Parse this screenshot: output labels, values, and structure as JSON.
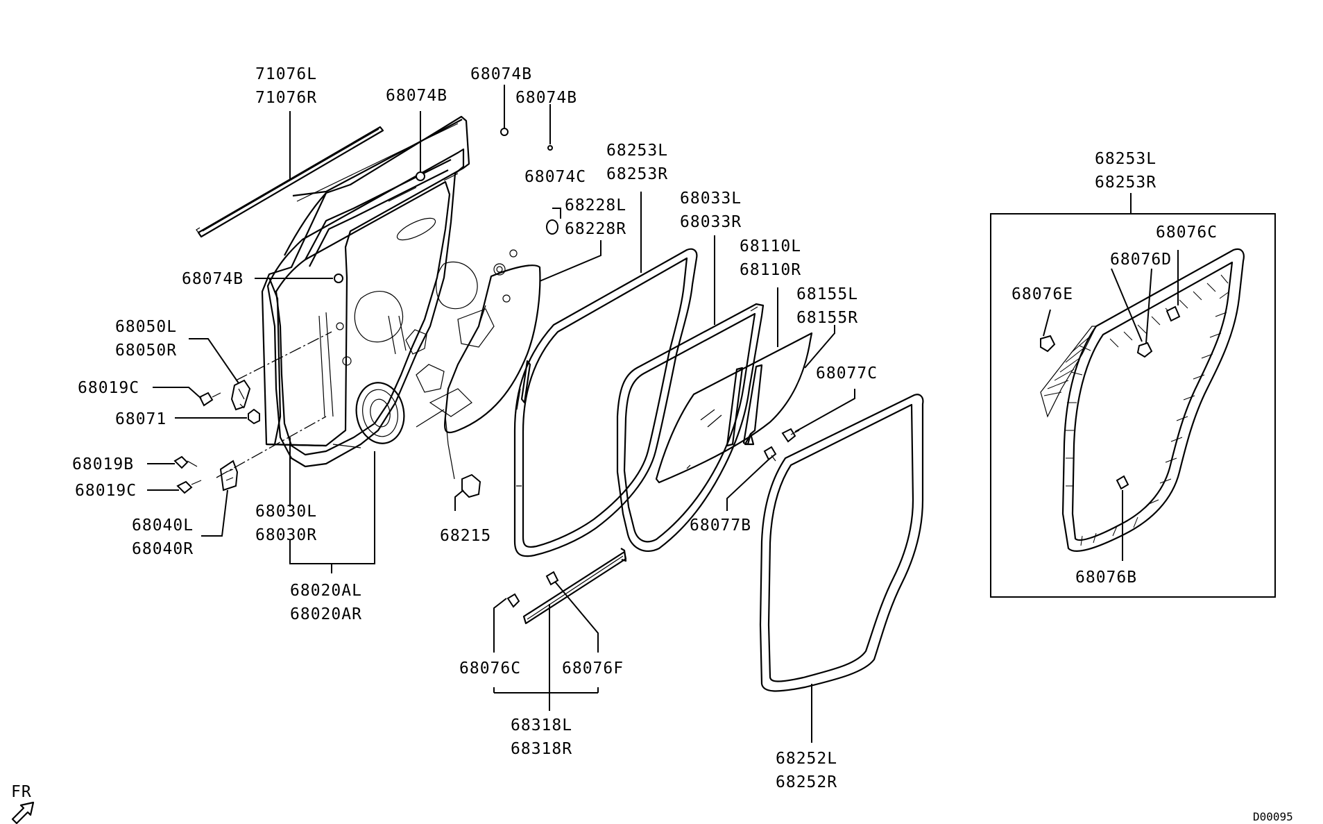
{
  "labels": {
    "l71076L": "71076L",
    "l71076R": "71076R",
    "l68074B_a": "68074B",
    "l68074B_b": "68074B",
    "l68074B_c": "68074B",
    "l68074B_d": "68074B",
    "l68074C": "68074C",
    "l68228L": "68228L",
    "l68228R": "68228R",
    "l68253L": "68253L",
    "l68253R": "68253R",
    "l68033L": "68033L",
    "l68033R": "68033R",
    "l68110L": "68110L",
    "l68110R": "68110R",
    "l68155L": "68155L",
    "l68155R": "68155R",
    "l68077C": "68077C",
    "l68077B": "68077B",
    "l68050L": "68050L",
    "l68050R": "68050R",
    "l68019C_a": "68019C",
    "l68071": "68071",
    "l68019B": "68019B",
    "l68019C_b": "68019C",
    "l68040L": "68040L",
    "l68040R": "68040R",
    "l68030L": "68030L",
    "l68030R": "68030R",
    "l68020AL": "68020AL",
    "l68020AR": "68020AR",
    "l68215": "68215",
    "l68076C_a": "68076C",
    "l68076F": "68076F",
    "l68318L": "68318L",
    "l68318R": "68318R",
    "l68252L": "68252L",
    "l68252R": "68252R",
    "inset_68253L": "68253L",
    "inset_68253R": "68253R",
    "inset_68076C": "68076C",
    "inset_68076D": "68076D",
    "inset_68076E": "68076E",
    "inset_68076B": "68076B",
    "fr": "FR",
    "code": "D00095"
  }
}
